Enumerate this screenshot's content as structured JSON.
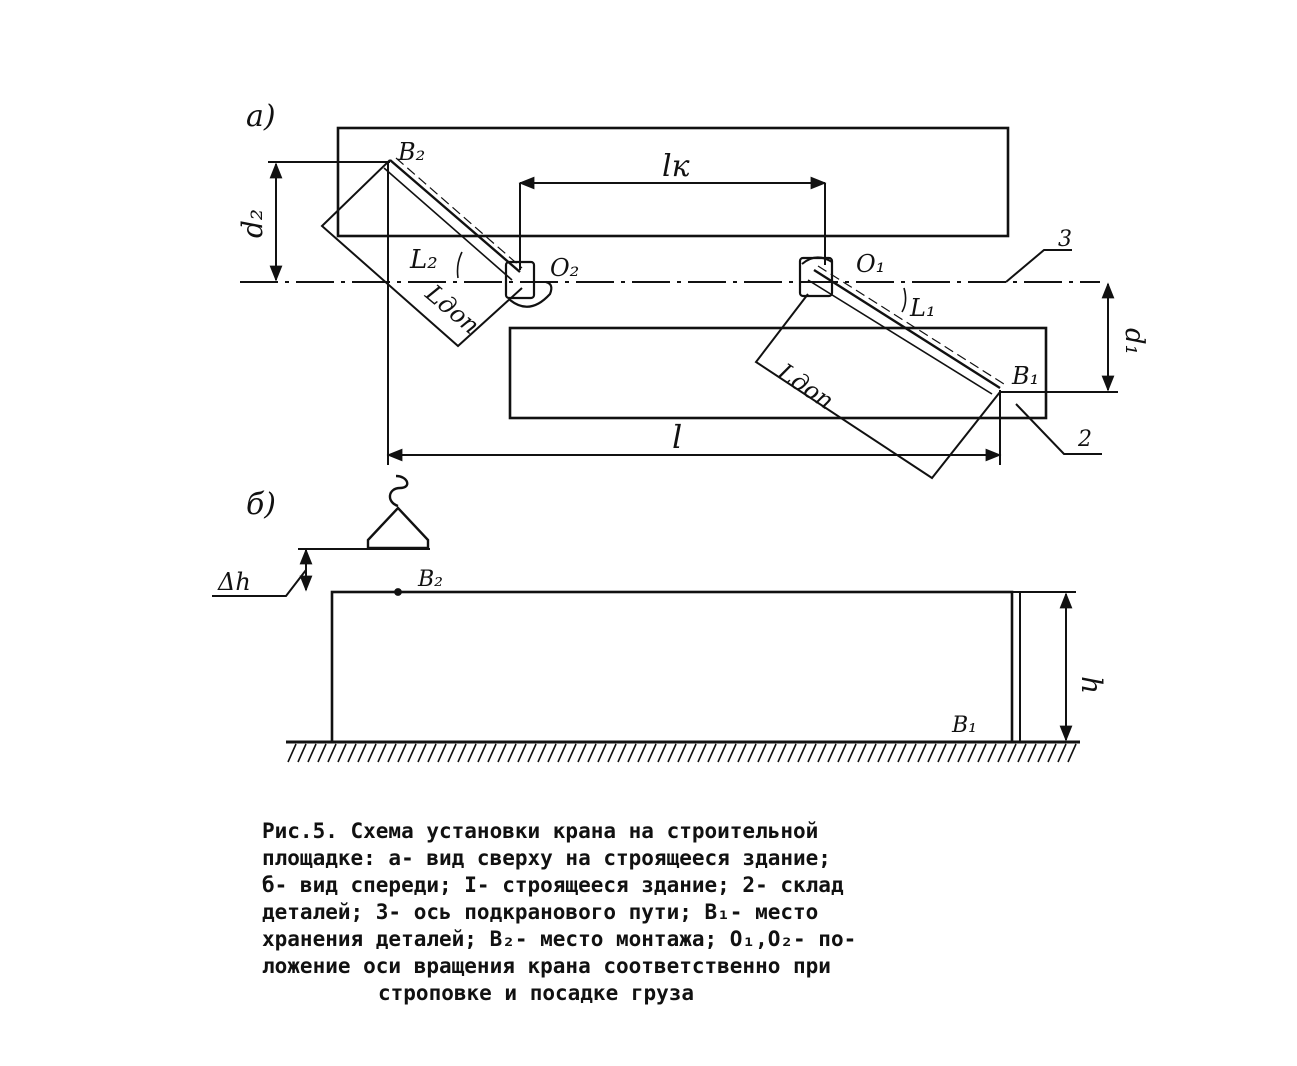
{
  "labels": {
    "a": "а)",
    "b": "б)",
    "B2_top": "B₂",
    "B1_top": "B₁",
    "O2": "O₂",
    "O1": "O₁",
    "lk": "lк",
    "l": "l",
    "L2": "L₂",
    "L1": "L₁",
    "Ldop_left": "Lдоп",
    "Ldop_right": "Lдоп",
    "d2": "d₂",
    "d1": "d₁",
    "n3": "3",
    "n2": "2",
    "dh": "Δh",
    "B2_front": "B₂",
    "B1_front": "B₁",
    "h": "h"
  },
  "caption": [
    "Рис.5. Схема установки крана на строительной",
    "площадке: а- вид сверху на строящееся здание;",
    "б- вид спереди; I- строящееся здание; 2- склад",
    "деталей; 3- ось подкранового пути; B₁- место",
    "хранения деталей; B₂- место монтажа; O₁,O₂- по-",
    "ложение оси вращения крана соответственно при",
    "строповке и посадке груза"
  ]
}
